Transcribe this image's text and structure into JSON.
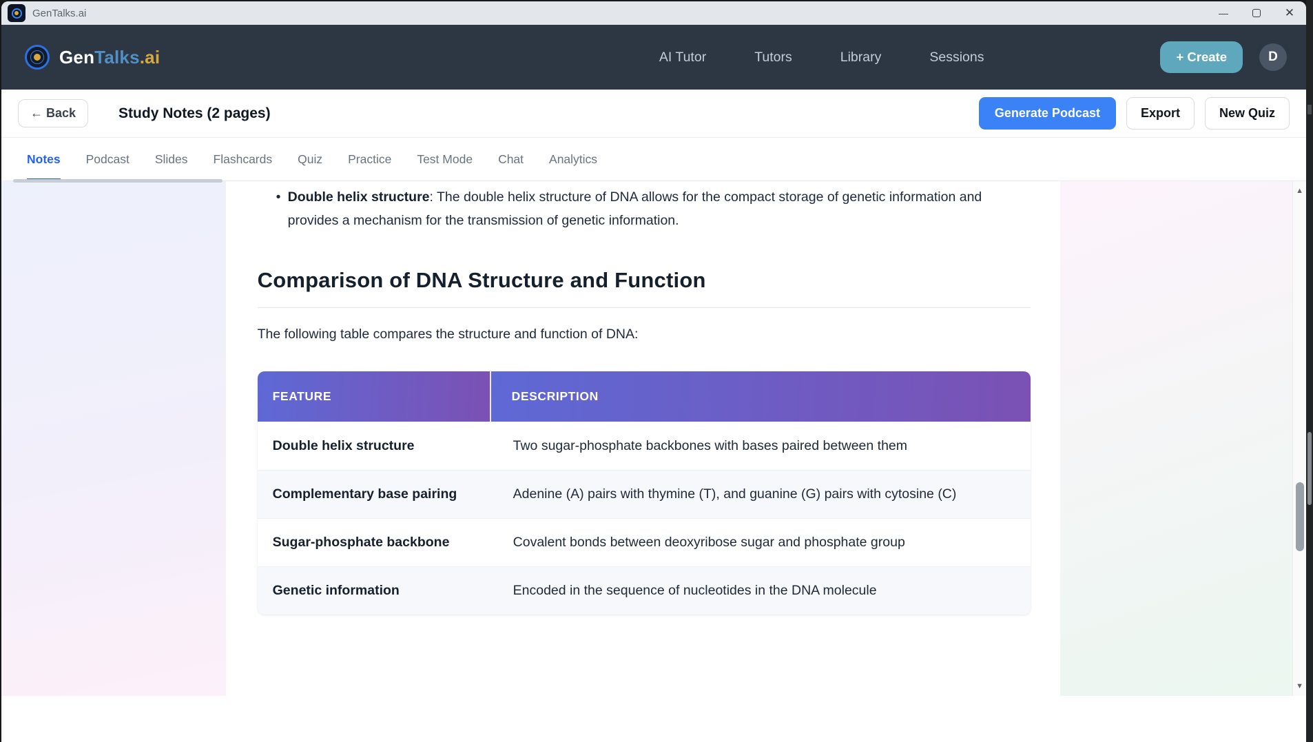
{
  "window": {
    "title": "GenTalks.ai"
  },
  "icons": {
    "minimize_glyph": "—",
    "close_glyph": "✕",
    "scroll_up_glyph": "▲",
    "scroll_down_glyph": "▼",
    "bullet_glyph": "•"
  },
  "navbar": {
    "brand_gen": "Gen",
    "brand_talks": "Talks",
    "brand_ai": ".ai",
    "links": [
      "AI Tutor",
      "Tutors",
      "Library",
      "Sessions"
    ],
    "create_label": "+ Create",
    "avatar_initial": "D"
  },
  "subheader": {
    "back_label": "← Back",
    "title": "Study Notes (2 pages)",
    "actions": {
      "generate_podcast": "Generate Podcast",
      "export": "Export",
      "new_quiz": "New Quiz"
    }
  },
  "tabs": [
    {
      "label": "Notes",
      "active": true
    },
    {
      "label": "Podcast",
      "active": false
    },
    {
      "label": "Slides",
      "active": false
    },
    {
      "label": "Flashcards",
      "active": false
    },
    {
      "label": "Quiz",
      "active": false
    },
    {
      "label": "Practice",
      "active": false
    },
    {
      "label": "Test Mode",
      "active": false
    },
    {
      "label": "Chat",
      "active": false
    },
    {
      "label": "Analytics",
      "active": false
    }
  ],
  "content": {
    "bullet_bold": "Double helix structure",
    "bullet_rest": ": The double helix structure of DNA allows for the compact storage of genetic information and provides a mechanism for the transmission of genetic information.",
    "heading": "Comparison of DNA Structure and Function",
    "intro": "The following table compares the structure and function of DNA:",
    "table": {
      "headers": [
        "FEATURE",
        "DESCRIPTION"
      ],
      "rows": [
        [
          "Double helix structure",
          "Two sugar-phosphate backbones with bases paired between them"
        ],
        [
          "Complementary base pairing",
          "Adenine (A) pairs with thymine (T), and guanine (G) pairs with cytosine (C)"
        ],
        [
          "Sugar-phosphate backbone",
          "Covalent bonds between deoxyribose sugar and phosphate group"
        ],
        [
          "Genetic information",
          "Encoded in the sequence of nucleotides in the DNA molecule"
        ]
      ]
    }
  },
  "colors": {
    "navbar_bg": "#2d3744",
    "accent_blue": "#3b82f6",
    "active_tab_blue": "#2563eb",
    "create_button_teal": "#5fa7bd",
    "brand_talks_blue": "#518fc4",
    "brand_gold": "#d7a83f",
    "table_header_gradient_start": "#5e69d5",
    "table_header_gradient_end": "#7b51b4"
  }
}
